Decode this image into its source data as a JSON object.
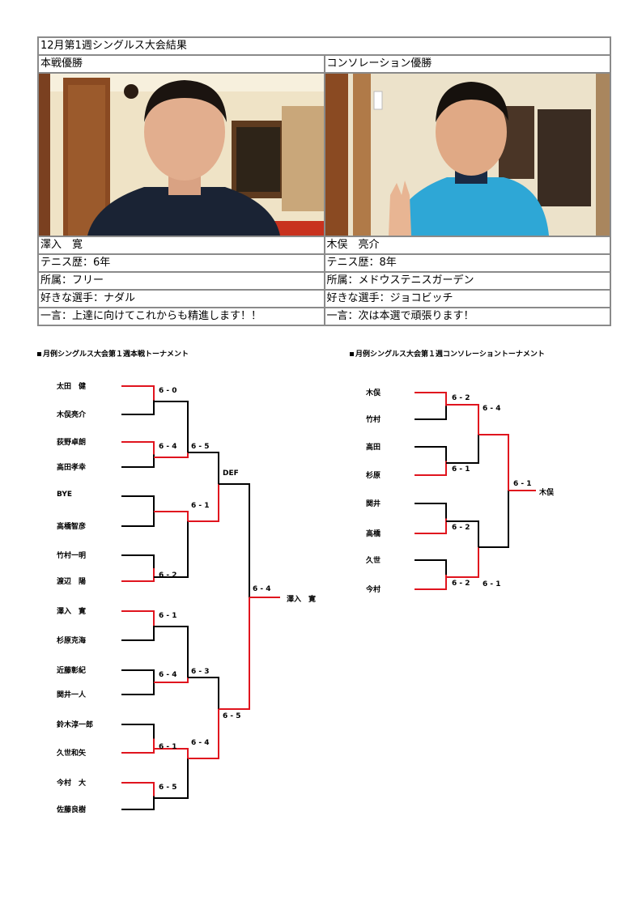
{
  "header": {
    "title": "12月第1週シングルス大会結果"
  },
  "winners": [
    {
      "section": "本戦優勝",
      "name": "澤入　寛",
      "career": "テニス歴：6年",
      "affiliation": "所属：フリー",
      "favorite": "好きな選手：ナダル",
      "comment": "一言：上達に向けてこれからも精進します！！"
    },
    {
      "section": "コンソレーション優勝",
      "name": "木俣　亮介",
      "career": "テニス歴：8年",
      "affiliation": "所属：メドウステニスガーデン",
      "favorite": "好きな選手：ジョコビッチ",
      "comment": "一言：次は本選で頑張ります！"
    }
  ],
  "main_bracket": {
    "title": "月例シングルス大会第１週本戦トーナメント",
    "players": [
      "太田　健",
      "木俣亮介",
      "荻野卓朗",
      "高田孝幸",
      "BYE",
      "高橋智彦",
      "竹村一明",
      "渡辺　陽",
      "澤入　寛",
      "杉原克海",
      "近藤彰紀",
      "関井一人",
      "鈴木淳一郎",
      "久世和矢",
      "今村　大",
      "佐藤良樹"
    ],
    "r1": [
      "6 - 0",
      "6 - 4",
      "",
      "6 - 2",
      "6 - 1",
      "6 - 4",
      "6 - 1",
      "6 - 5"
    ],
    "r2": [
      "6 - 5",
      "6 - 1",
      "6 - 3",
      "6 - 4"
    ],
    "r3": [
      "DEF",
      "6 - 5"
    ],
    "final": "6 - 4",
    "champion": "澤入　寛"
  },
  "consolation_bracket": {
    "title": "月例シングルス大会第１週コンソレーショントーナメント",
    "players": [
      "木俣",
      "竹村",
      "高田",
      "杉原",
      "関井",
      "高橋",
      "久世",
      "今村"
    ],
    "r1": [
      "6 - 2",
      "6 - 1",
      "6 - 2",
      "6 - 2"
    ],
    "r2": [
      "6 - 4",
      "6 - 1"
    ],
    "final": "6 - 1",
    "champion": "木俣"
  },
  "colors": {
    "win_line": "#e0141e",
    "lose_line": "#000000",
    "border": "#8a8a8a"
  }
}
